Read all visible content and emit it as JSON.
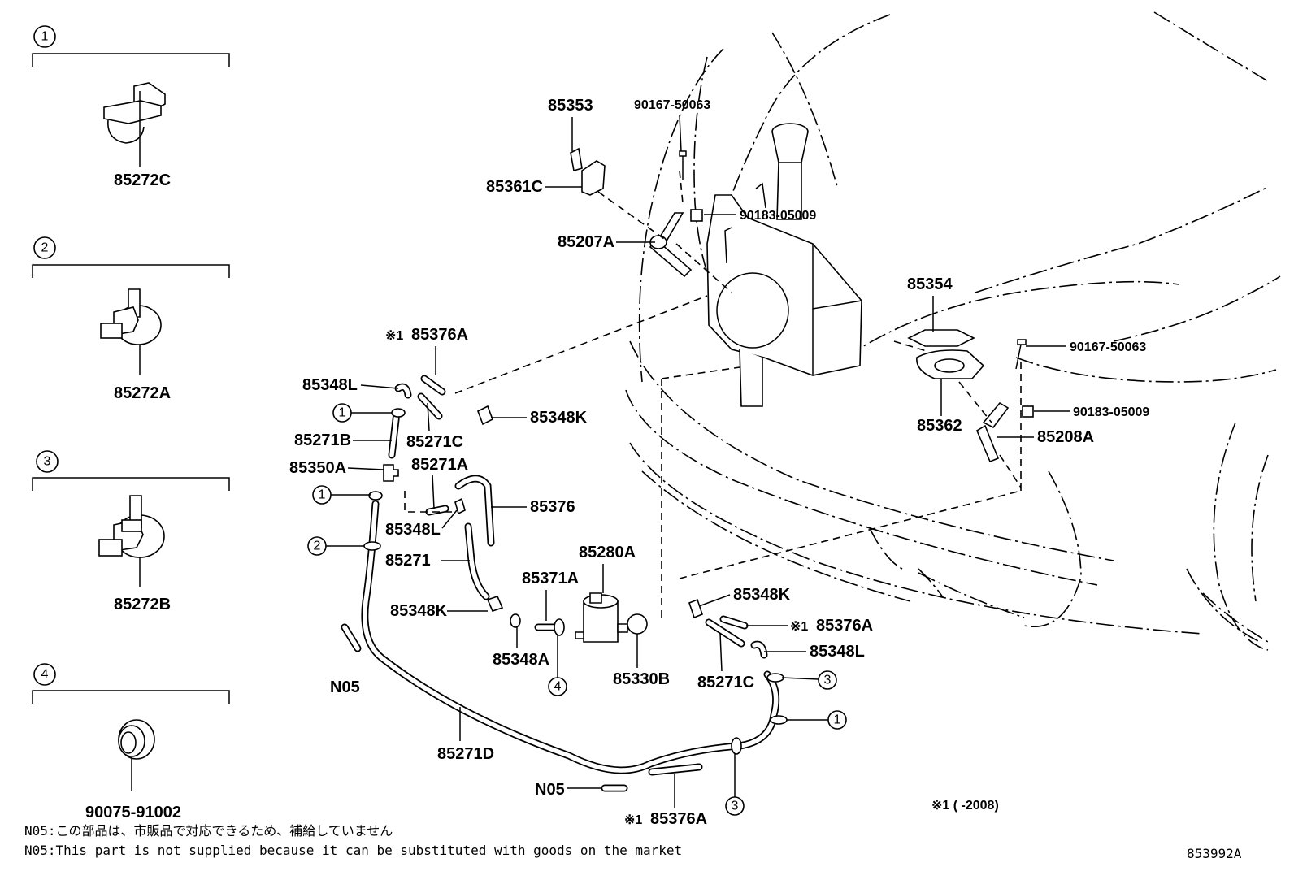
{
  "legend": {
    "items": [
      {
        "num": "1",
        "part": "85272C"
      },
      {
        "num": "2",
        "part": "85272A"
      },
      {
        "num": "3",
        "part": "85272B"
      },
      {
        "num": "4",
        "part": "90075-91002"
      }
    ]
  },
  "parts": {
    "p85353": "85353",
    "p90167_a": "90167-50063",
    "p85361c": "85361C",
    "p90183_a": "90183-05009",
    "p85207a": "85207A",
    "p85354": "85354",
    "p90167_b": "90167-50063",
    "p90183_b": "90183-05009",
    "p85362": "85362",
    "p85208a": "85208A",
    "p85376a_top": "85376A",
    "p85348l_top": "85348L",
    "p85271b": "85271B",
    "p85271c_top": "85271C",
    "p85348k_top": "85348K",
    "p85350a": "85350A",
    "p85271a": "85271A",
    "p85376": "85376",
    "p85348l_mid": "85348L",
    "p85271": "85271",
    "p85280a": "85280A",
    "p85371a": "85371A",
    "p85348k_mid": "85348K",
    "p85348a": "85348A",
    "p85330b": "85330B",
    "pn05_left": "N05",
    "p85348k_right": "85348K",
    "p85376a_right": "85376A",
    "p85348l_right": "85348L",
    "p85271c_right": "85271C",
    "p85271d": "85271D",
    "pn05_bottom": "N05",
    "p85376a_bottom": "85376A"
  },
  "callouts": {
    "c1": "1",
    "c2": "2",
    "c3": "3",
    "c4": "4"
  },
  "marks": {
    "ref_mark": "※1",
    "applicability": "※1 (      -2008)"
  },
  "notes": {
    "jp": "N05:この部品は、市販品で対応できるため、補給していません",
    "en": "N05:This part is not supplied because it can be substituted with goods on the market"
  },
  "drawing_id": "853992A"
}
